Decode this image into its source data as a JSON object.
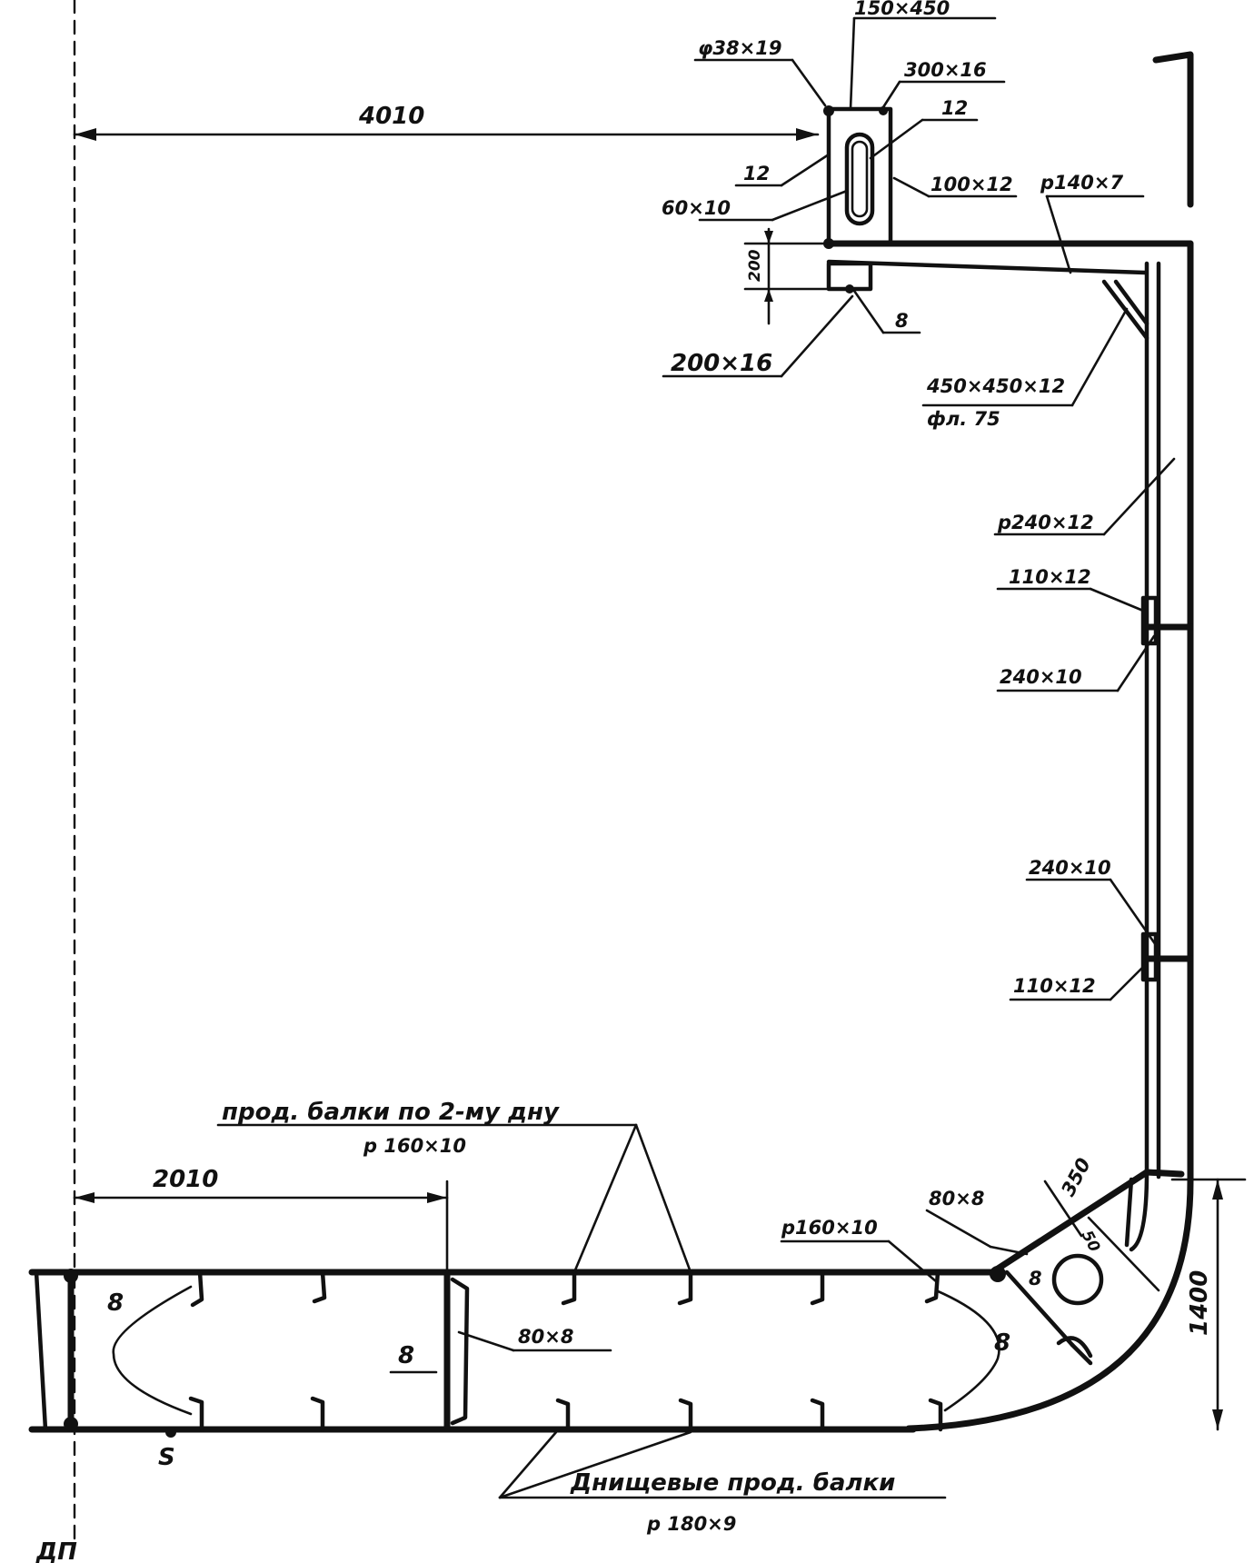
{
  "labels": {
    "dim_4010": "4010",
    "dim_150x450": "150×450",
    "dim_phi38x19": "φ38×19",
    "dim_300x16": "300×16",
    "dim_12_top": "12",
    "dim_12_left": "12",
    "dim_100x12": "100×12",
    "dim_p140x7": "р140×7",
    "dim_60x10": "60×10",
    "dim_200_vert": "200",
    "dim_8_bracket": "8",
    "dim_200x16": "200×16",
    "dim_450x450x12": "450×450×12",
    "dim_fl75": "фл. 75",
    "dim_p240x12": "р240×12",
    "dim_110x12_upper": "110×12",
    "dim_240x10_upper": "240×10",
    "dim_240x10_lower": "240×10",
    "dim_110x12_lower": "110×12",
    "note_long_beams_line1": "прод. балки по 2-му дну",
    "note_long_beams_line2": "р 160×10",
    "dim_2010": "2010",
    "dim_p160x10": "р160×10",
    "dim_80x8_bilge": "80×8",
    "dim_350": "350",
    "dim_50": "50",
    "dim_8_bilge": "8",
    "dim_1400": "1400",
    "dim_8_left": "8",
    "dim_8_mid": "8",
    "dim_80x8_mid": "80×8",
    "dim_8_right": "8",
    "dim_s": "S",
    "note_bottom_beams_line1": "Днищевые прод. балки",
    "note_bottom_beams_line2": "р 180×9",
    "centerline_label": "ДП"
  }
}
